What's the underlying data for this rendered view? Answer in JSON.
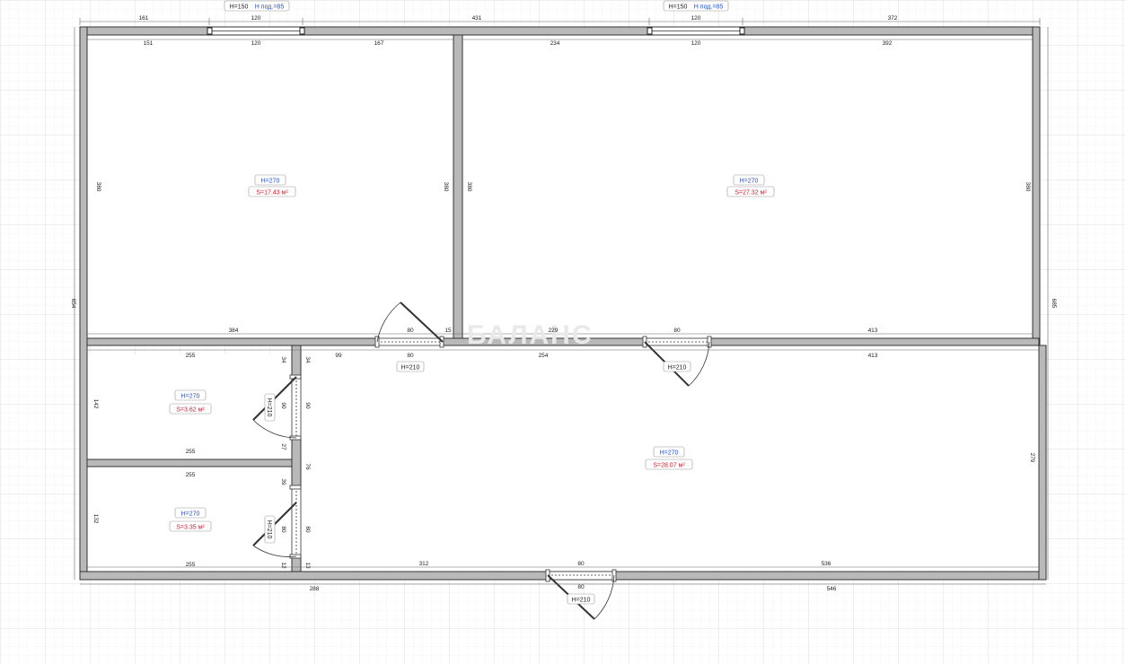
{
  "watermark": "БАЛАНС",
  "top_dimensions": [
    "161",
    "120",
    "431",
    "120",
    "372"
  ],
  "window_labels": [
    {
      "height": "H=150",
      "sill": "H под.=85"
    },
    {
      "height": "H=150",
      "sill": "H под.=85"
    }
  ],
  "room1": {
    "height": "H=270",
    "area": "S=17.43 м²",
    "dims": [
      "151",
      "120",
      "167",
      "380",
      "380",
      "384"
    ]
  },
  "room2": {
    "height": "H=270",
    "area": "S=27.32 м²",
    "dims": [
      "234",
      "120",
      "392",
      "380",
      "380",
      "229",
      "413"
    ]
  },
  "room3": {
    "height": "H=270",
    "area": "S=3.62 м²",
    "dims": [
      "255",
      "142",
      "255",
      "34",
      "34",
      "90",
      "90",
      "27"
    ]
  },
  "room4": {
    "height": "H=270",
    "area": "S=3.35 м²",
    "dims": [
      "255",
      "132",
      "255",
      "39",
      "80",
      "80",
      "12",
      "13",
      "76"
    ]
  },
  "hall": {
    "height": "H=270",
    "area": "S=28.07 м²",
    "dims": [
      "99",
      "254",
      "413",
      "279",
      "312",
      "536"
    ]
  },
  "doors": {
    "d1": "H=210",
    "d2": "H=210",
    "d3": "H=210",
    "d4": "H=210",
    "d5": "H=210"
  },
  "door_widths": [
    "80",
    "80",
    "80",
    "80",
    "80"
  ],
  "door_misc": [
    "15"
  ],
  "left_total": "654",
  "right_total": "685",
  "bottom_dimensions": [
    "288",
    "546"
  ],
  "colors": {
    "wall": "#b9b9b9",
    "wall_stroke": "#333333",
    "grid_minor": "#ececec",
    "grid_major": "#d7d7d7",
    "height_label": "#1f4fd1",
    "area_label": "#d01a2a"
  }
}
